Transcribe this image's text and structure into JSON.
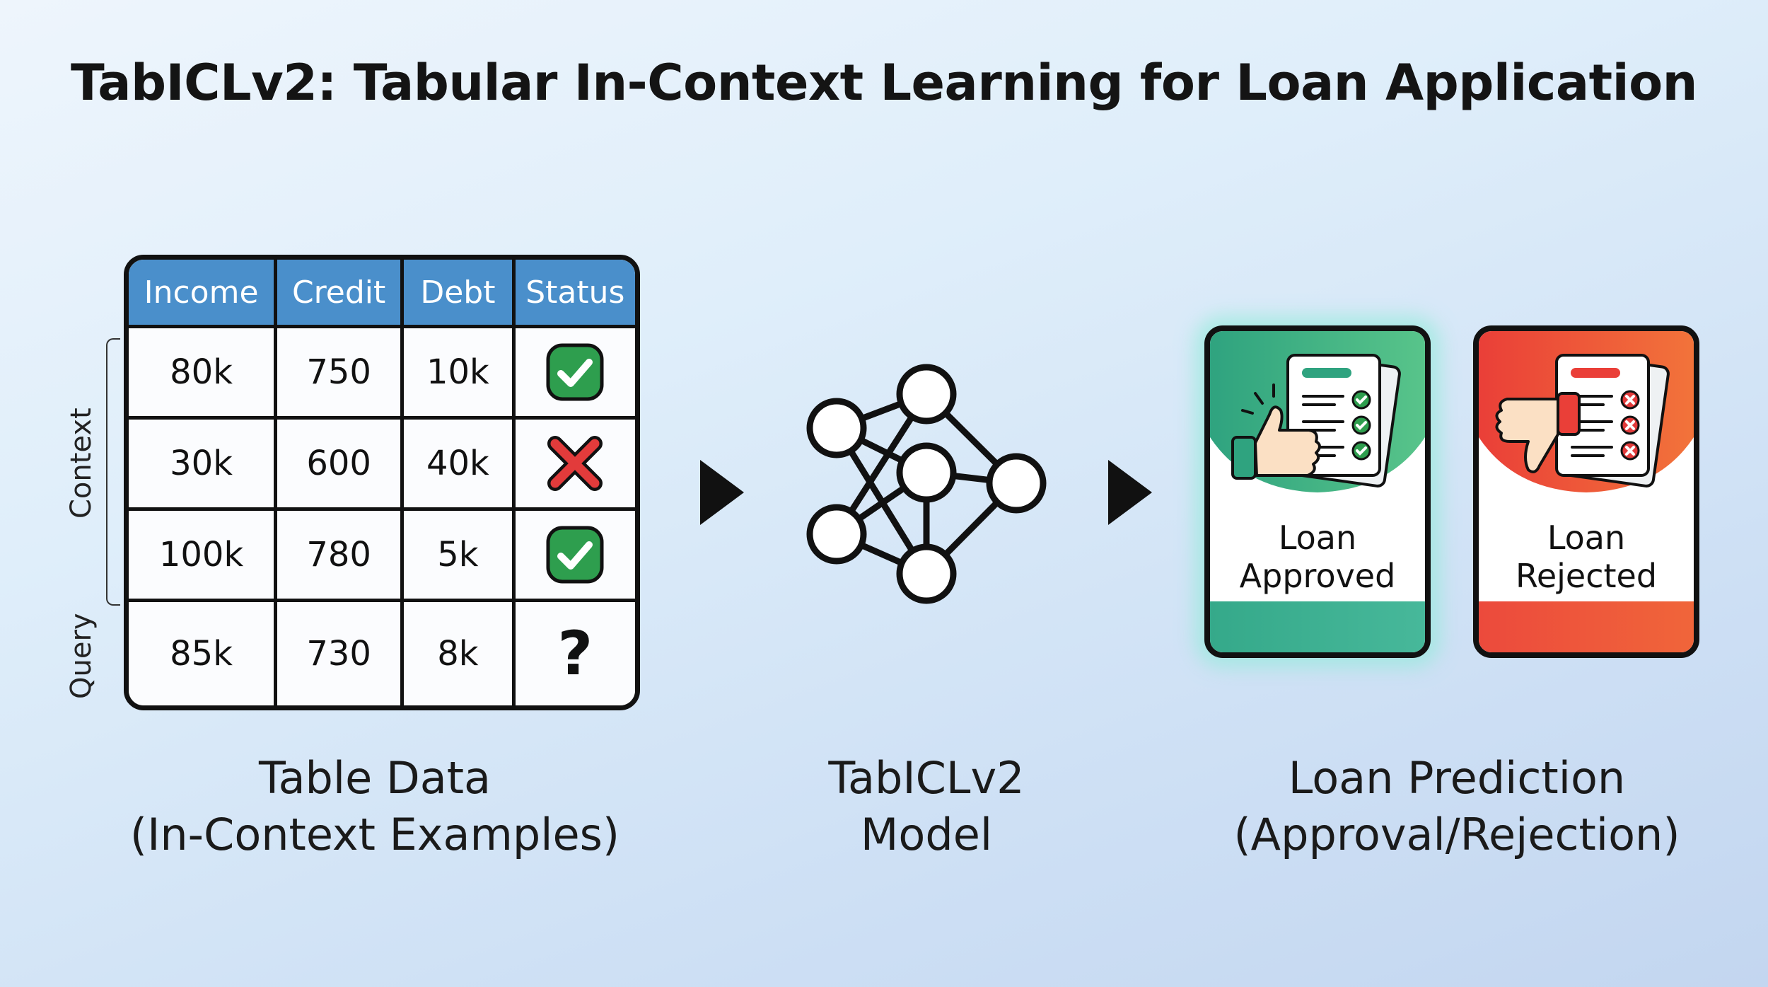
{
  "title": "TabICLv2: Tabular In-Context Learning for Loan Application",
  "table": {
    "headers": [
      "Income",
      "Credit",
      "Debt",
      "Status"
    ],
    "rows": [
      {
        "income": "80k",
        "credit": "750",
        "debt": "10k",
        "status": "check-icon"
      },
      {
        "income": "30k",
        "credit": "600",
        "debt": "40k",
        "status": "cross-icon"
      },
      {
        "income": "100k",
        "credit": "780",
        "debt": "5k",
        "status": "check-icon"
      },
      {
        "income": "85k",
        "credit": "730",
        "debt": "8k",
        "status": "question-mark-icon"
      }
    ],
    "query_status": "?",
    "side_labels": {
      "context": "Context",
      "query": "Query"
    }
  },
  "captions": {
    "table": {
      "line1": "Table Data",
      "line2": "(In-Context Examples)"
    },
    "model": {
      "line1": "TabICLv2",
      "line2": "Model"
    },
    "prediction": {
      "line1": "Loan Prediction",
      "line2": "(Approval/Rejection)"
    }
  },
  "cards": {
    "approved": {
      "line1": "Loan",
      "line2": "Approved",
      "icon": "thumbs-up-document-icon"
    },
    "rejected": {
      "line1": "Loan",
      "line2": "Rejected",
      "icon": "thumbs-down-document-icon"
    }
  },
  "icons": {
    "model": "neural-network-icon",
    "arrows": "play-arrow-icon"
  },
  "colors": {
    "header_blue": "#4a8fcb",
    "approved_green": "#3fae8c",
    "rejected_red": "#ea4a3d",
    "check_green": "#2e9e4e",
    "cross_red": "#e23b3b"
  }
}
